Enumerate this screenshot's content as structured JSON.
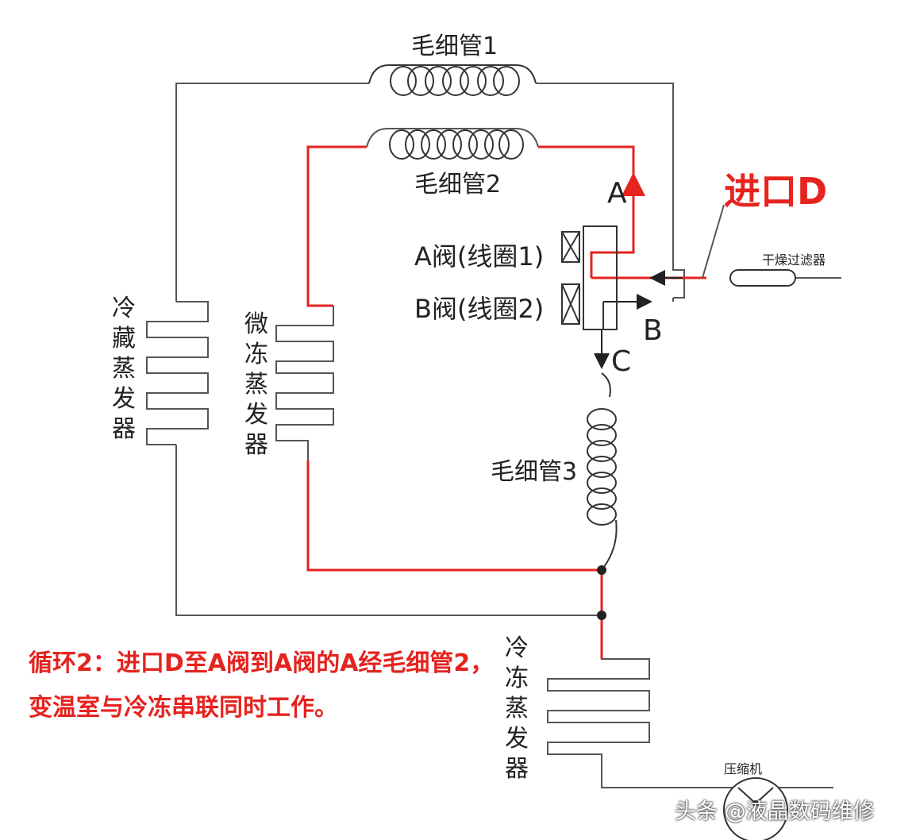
{
  "labels": {
    "capillary_1": "毛细管1",
    "capillary_2": "毛细管2",
    "capillary_3": "毛细管3",
    "valve_a": "A阀(线圈1)",
    "valve_b": "B阀(线圈2)",
    "port_a": "A",
    "port_b": "B",
    "port_c": "C",
    "inlet_d": "进口D",
    "dryer_filter": "干燥过滤器",
    "compressor": "压缩机",
    "fridge_evaporator": "冷藏蒸发器",
    "micro_freeze_evaporator": "微冻蒸发器",
    "freezer_evaporator": "冷冻蒸发器"
  },
  "caption": "循环2：进口D至A阀到A阀的A经毛细管2，变温室与冷冻串联同时工作。",
  "watermark": "头条 @液晶数码维修",
  "colors": {
    "active_path": "#e5231f",
    "pipe": "#555555"
  }
}
